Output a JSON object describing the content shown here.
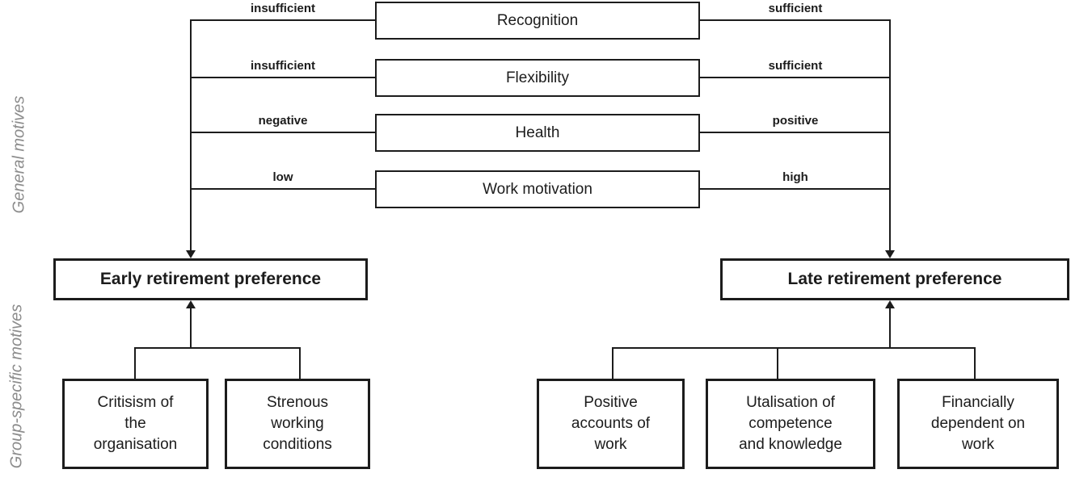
{
  "colors": {
    "line": "#1c1c1c",
    "muted_label": "#8c8c8c",
    "box_bg": "#ffffff"
  },
  "side_labels": {
    "general": "General motives",
    "group_specific": "Group-specific motives"
  },
  "general_motives": {
    "rows": [
      {
        "factor": "Recognition",
        "left_label": "insufficient",
        "right_label": "sufficient"
      },
      {
        "factor": "Flexibility",
        "left_label": "insufficient",
        "right_label": "sufficient"
      },
      {
        "factor": "Health",
        "left_label": "negative",
        "right_label": "positive"
      },
      {
        "factor": "Work motivation",
        "left_label": "low",
        "right_label": "high"
      }
    ]
  },
  "outcomes": {
    "early": "Early retirement preference",
    "late": "Late retirement preference"
  },
  "group_specific_motives": {
    "early": [
      {
        "lines": [
          "Critisism of",
          "the",
          "organisation"
        ]
      },
      {
        "lines": [
          "Strenous",
          "working",
          "conditions"
        ]
      }
    ],
    "late": [
      {
        "lines": [
          "Positive",
          "accounts of",
          "work"
        ]
      },
      {
        "lines": [
          "Utalisation of",
          "competence",
          "and knowledge"
        ]
      },
      {
        "lines": [
          "Financially",
          "dependent on",
          "work"
        ]
      }
    ]
  }
}
